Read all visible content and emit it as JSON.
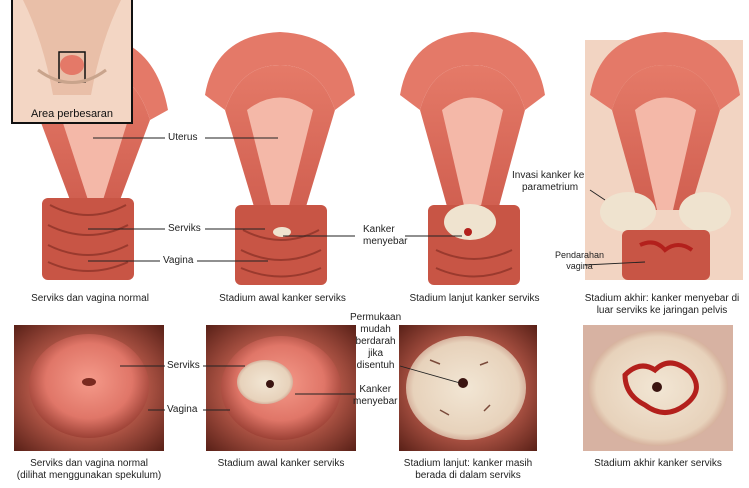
{
  "inset": {
    "caption": "Area perbesaran"
  },
  "labels": {
    "uterus": "Uterus",
    "serviks_top": "Serviks",
    "vagina_top": "Vagina",
    "kanker_menyebar_top": [
      "Kanker",
      "menyebar"
    ],
    "invasi": [
      "Invasi kanker ke",
      "parametrium"
    ],
    "pendarahan": [
      "Pendarahan",
      "vagina"
    ],
    "serviks_bottom": "Serviks",
    "vagina_bottom": "Vagina",
    "permukaan": [
      "Permukaan",
      "mudah",
      "berdarah",
      "jika",
      "disentuh"
    ],
    "kanker_menyebar_bottom": [
      "Kanker",
      "menyebar"
    ]
  },
  "captions_top": [
    [
      "Serviks dan vagina normal"
    ],
    [
      "Stadium awal kanker serviks"
    ],
    [
      "Stadium lanjut kanker serviks"
    ],
    [
      "Stadium akhir: kanker menyebar di",
      "luar serviks ke jaringan pelvis"
    ]
  ],
  "captions_bottom": [
    [
      "Serviks dan vagina normal",
      "(dilihat menggunakan spekulum)"
    ],
    [
      "Stadium awal kanker serviks"
    ],
    [
      "Stadium lanjut: kanker masih",
      "berada di dalam serviks"
    ],
    [
      "Stadium akhir kanker serviks"
    ]
  ],
  "colors": {
    "tissue": "#e98a78",
    "tissue_dark": "#c7584b",
    "cavity": "#f3b4a2",
    "cancer": "#e9dcc4",
    "blood": "#b3201c"
  }
}
